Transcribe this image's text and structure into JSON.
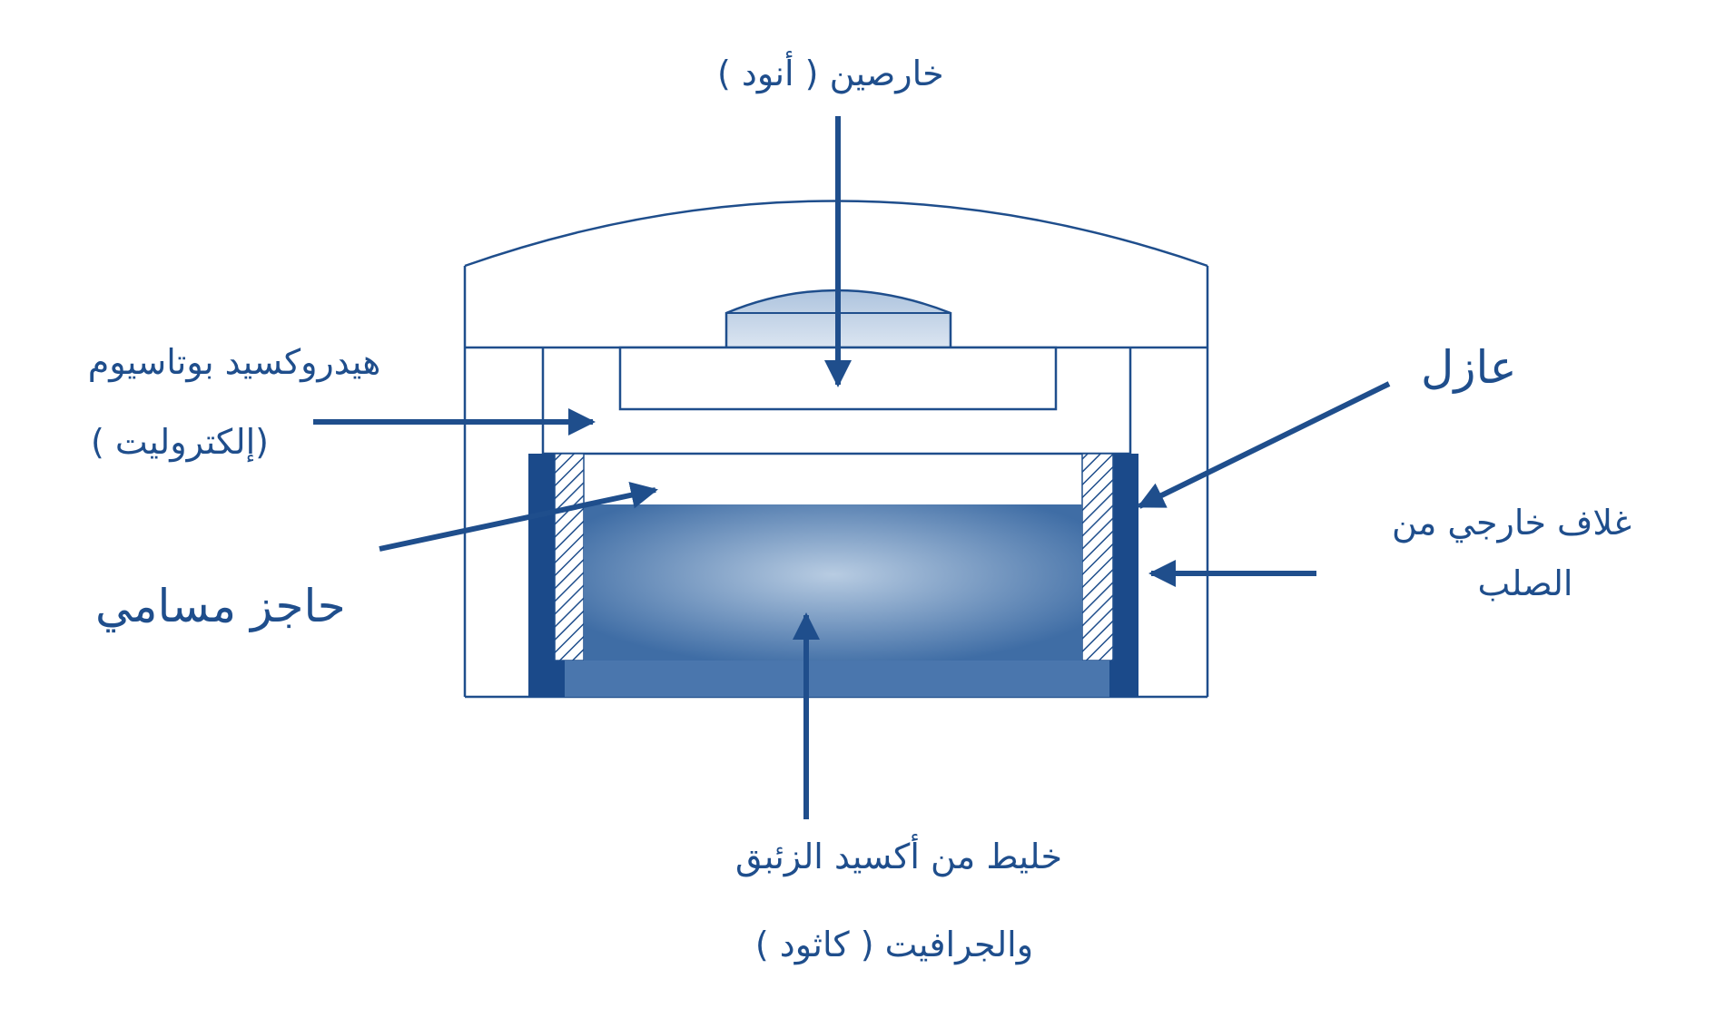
{
  "colors": {
    "line": "#1f4e8c",
    "outer_case": "#1b4a8a",
    "cathode_light": "#b3c8e0",
    "cathode_dark": "#3e6ca4",
    "cathode_base": "#4a76ad",
    "anode_cap": "#c4d4e8",
    "hatch": "#1f4e8c"
  },
  "labels": {
    "anode": "خارصين ( أنود )",
    "electrolyte_line1": "هيدروكسيد بوتاسيوم",
    "electrolyte_line2": "(إلكتروليت )",
    "insulator": "عازل",
    "outer_case_line1": "غلاف خارجي من",
    "outer_case_line2": "الصلب",
    "porous_barrier": "حاجز مسامي",
    "cathode_line1": "خليط من أكسيد الزئبق",
    "cathode_line2": "والجرافيت ( كاثود )"
  }
}
